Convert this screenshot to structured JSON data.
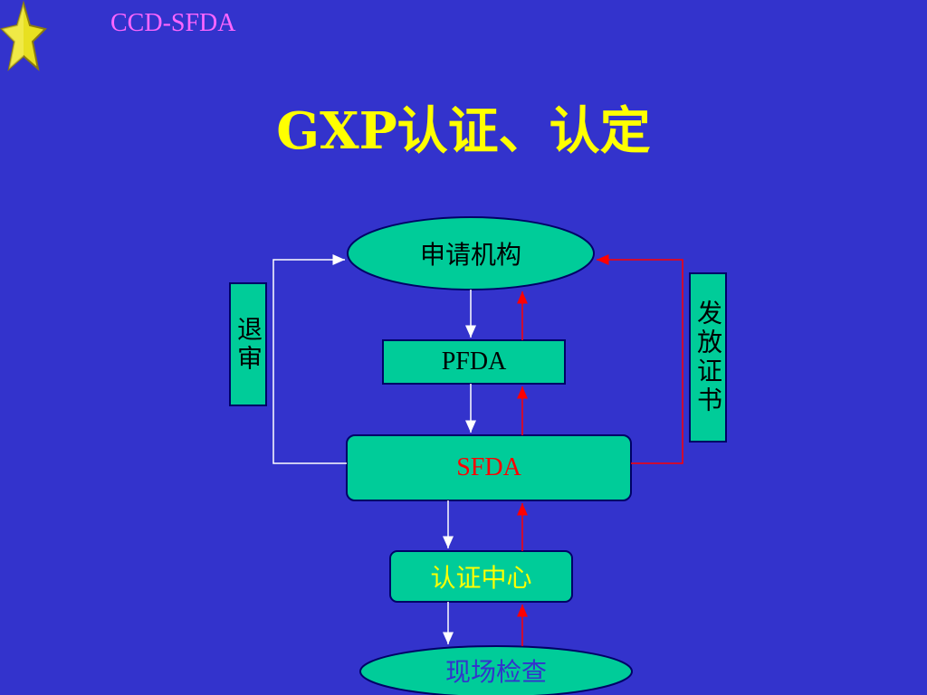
{
  "header": {
    "label": "CCD-SFDA"
  },
  "title": "GXP认证、认定",
  "colors": {
    "background": "#3333cc",
    "node_fill": "#00cc99",
    "node_stroke": "#000066",
    "title": "#ffff00",
    "header": "#ff66ff",
    "sfda_text": "#ff0000",
    "center_text": "#ffff00",
    "inspection_text": "#3333cc",
    "down_arrow": "#ffffff",
    "up_arrow": "#ff0000"
  },
  "nodes": {
    "applicant": "申请机构",
    "pfda": "PFDA",
    "sfda": "SFDA",
    "cert_center": "认证中心",
    "inspection": "现场检查"
  },
  "side_labels": {
    "reject": "退审",
    "issue_cert": "发放证书"
  }
}
